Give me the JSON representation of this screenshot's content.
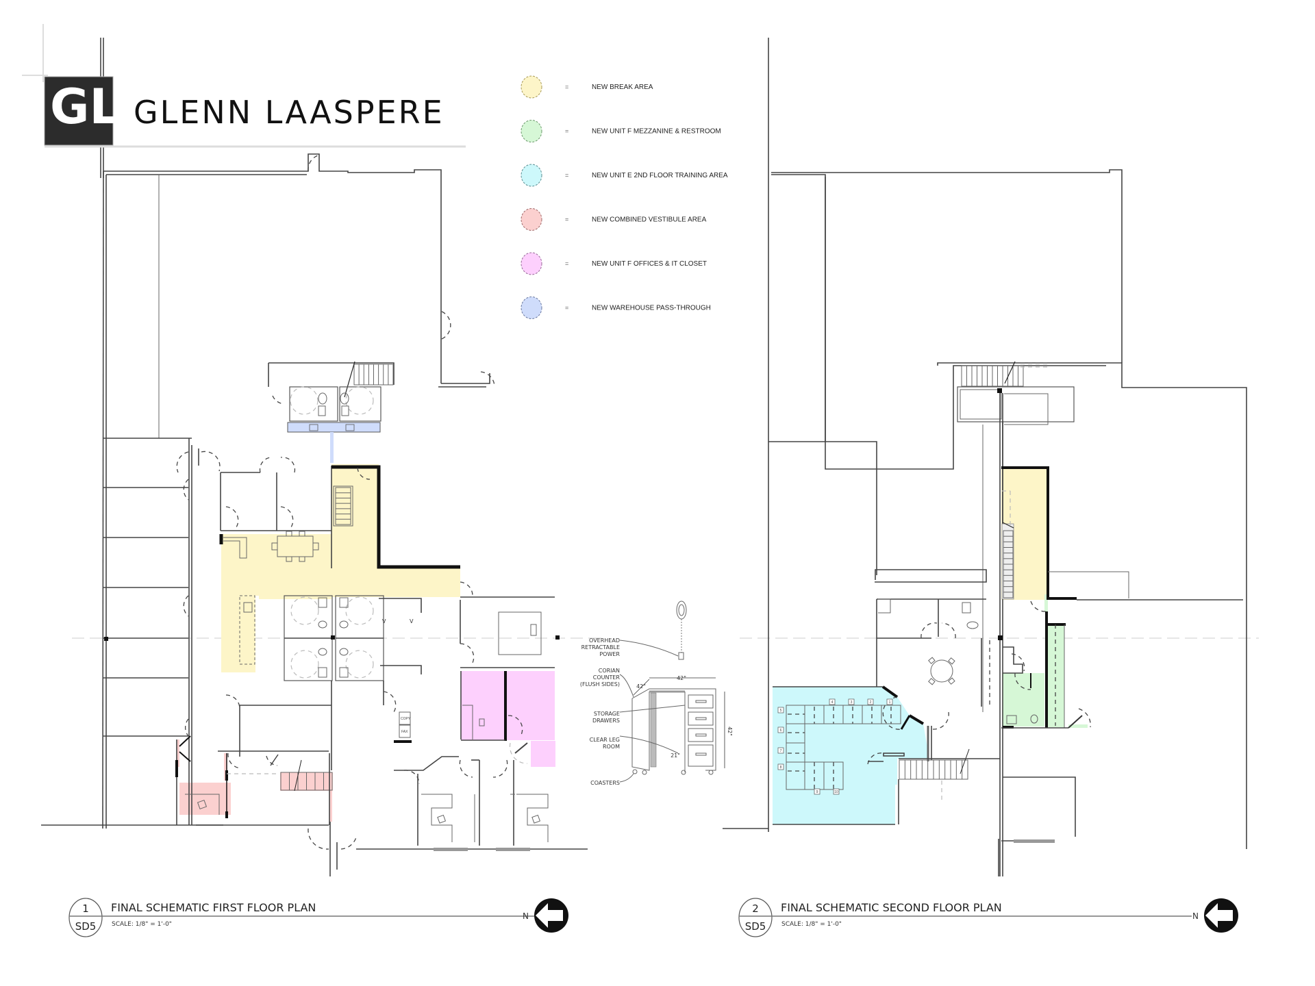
{
  "brand": {
    "name": "GLENN LAASPERE",
    "monogram": "GL"
  },
  "legend": {
    "separator": "=",
    "items": [
      {
        "label": "NEW BREAK AREA",
        "color": "#fdf5c8",
        "stroke": "#a89a56"
      },
      {
        "label": "NEW UNIT F MEZZANINE & RESTROOM",
        "color": "#d6f7d6",
        "stroke": "#6c9a6c"
      },
      {
        "label": "NEW UNIT E 2ND FLOOR TRAINING AREA",
        "color": "#cdf8fb",
        "stroke": "#5b8f93"
      },
      {
        "label": "NEW COMBINED VESTIBULE AREA",
        "color": "#fbd0cf",
        "stroke": "#a06a6a"
      },
      {
        "label": "NEW UNIT F OFFICES & IT CLOSET",
        "color": "#fdd0fd",
        "stroke": "#9a6a9a"
      },
      {
        "label": "NEW WAREHOUSE PASS-THROUGH",
        "color": "#cfdcfb",
        "stroke": "#6a79a0"
      }
    ]
  },
  "plans": [
    {
      "number": "1",
      "sheet": "SD5",
      "title": "FINAL SCHEMATIC FIRST FLOOR PLAN",
      "scale": "SCALE: 1/8\" = 1'-0\"",
      "north": "N"
    },
    {
      "number": "2",
      "sheet": "SD5",
      "title": "FINAL SCHEMATIC SECOND FLOOR PLAN",
      "scale": "SCALE: 1/8\" = 1'-0\"",
      "north": "N"
    }
  ],
  "room_labels": {
    "copy": "COPY",
    "fax": "FAX"
  },
  "training_seats": [
    "1",
    "2",
    "3",
    "4",
    "5",
    "6",
    "7",
    "8",
    "9",
    "10"
  ],
  "counter_detail": {
    "callouts": [
      {
        "lines": [
          "OVERHEAD",
          "RETRACTABLE",
          "POWER"
        ]
      },
      {
        "lines": [
          "CORIAN",
          "COUNTER",
          "(FLUSH SIDES)"
        ]
      },
      {
        "lines": [
          "STORAGE",
          "DRAWERS"
        ]
      },
      {
        "lines": [
          "CLEAR LEG",
          "ROOM"
        ]
      },
      {
        "lines": [
          "COASTERS"
        ]
      }
    ],
    "dimensions": {
      "depth": "42\"",
      "width": "42\"",
      "height": "42\"",
      "leg_room": "21\""
    }
  }
}
